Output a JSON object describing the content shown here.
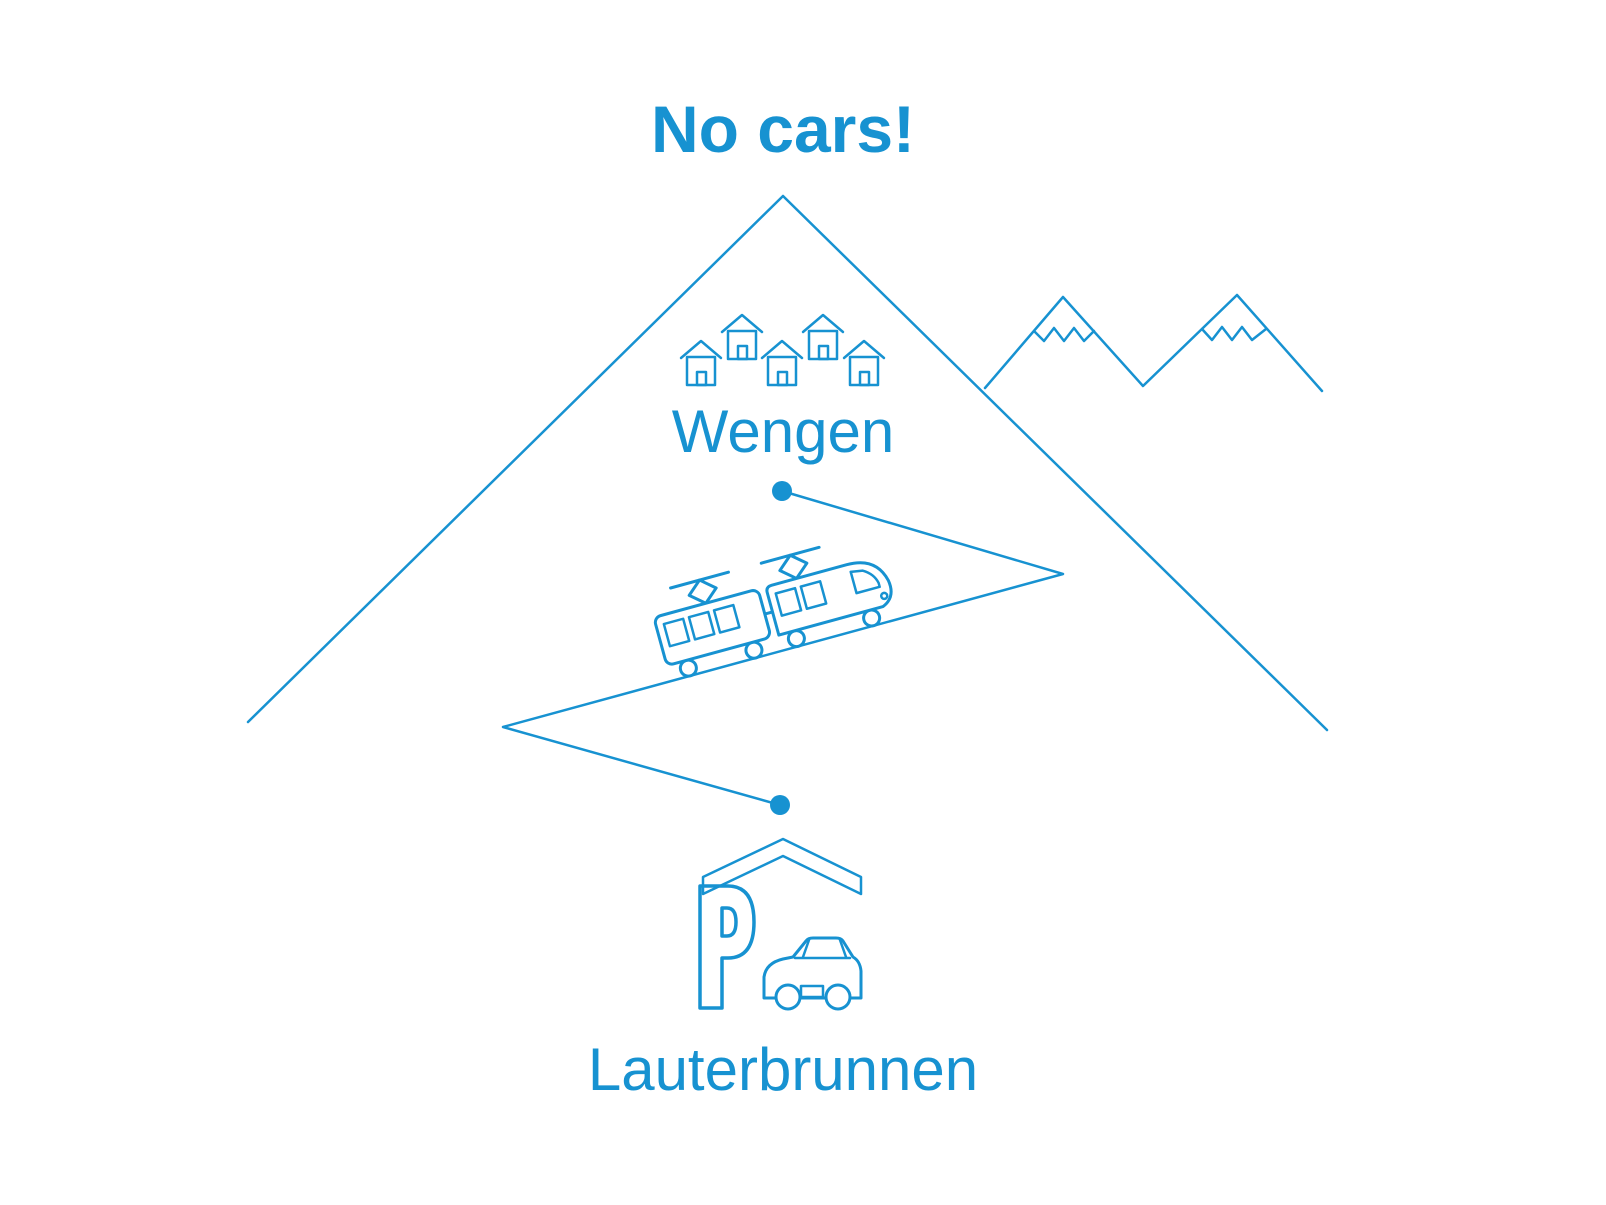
{
  "colors": {
    "accent": "#1792d1",
    "background": "#ffffff"
  },
  "title": "No cars!",
  "labels": {
    "mountain_village": "Wengen",
    "valley_town": "Lauterbrunnen"
  }
}
